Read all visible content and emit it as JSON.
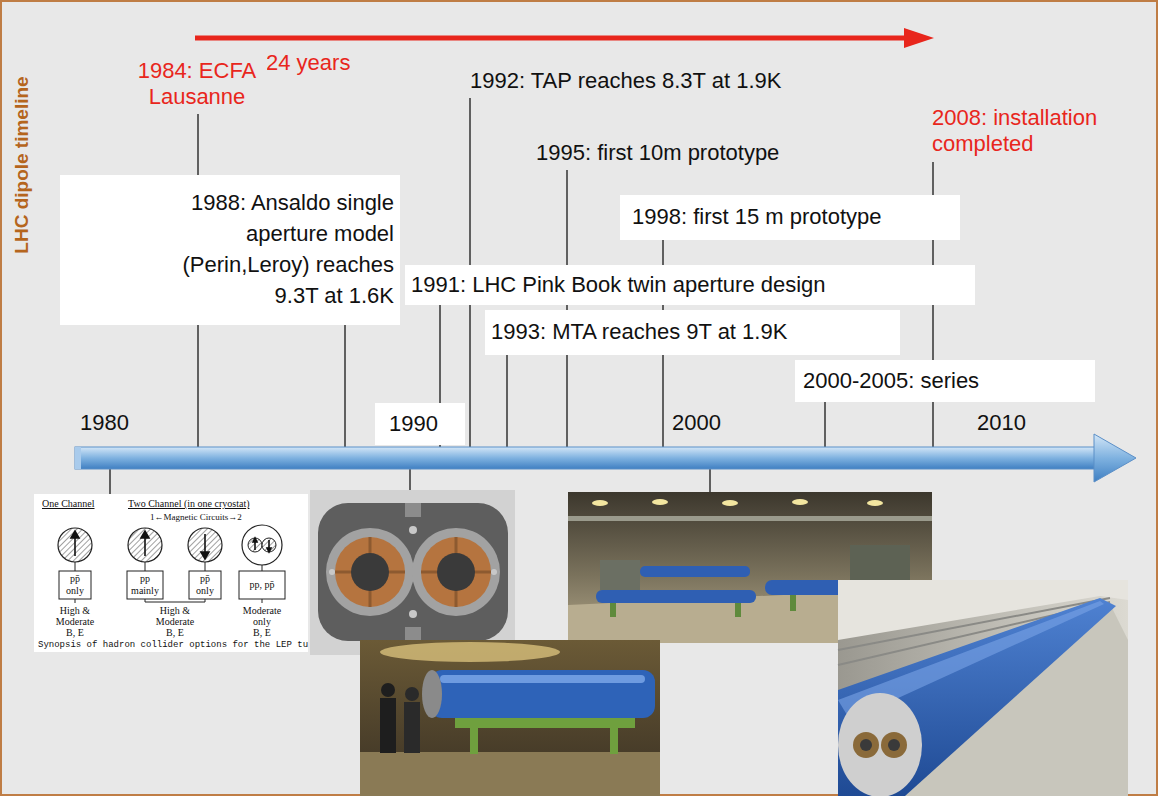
{
  "diagram": {
    "title": "LHC dipole timeline",
    "nodes": [
      {
        "text": [
          "1988: Ansaldo single aperture model (Perin,Leroy) reaches 9.3T at 1.6K"
        ]
      },
      {
        "text": [
          "1998: first 15 m prototype"
        ]
      },
      {
        "text": [
          "1991: LHC Pink Book twin aperture design"
        ]
      },
      {
        "text": [
          "1993: MTA reaches 9T at 1.9K"
        ]
      },
      {
        "text": [
          "2000-2005: series"
        ]
      },
      {
        "text": [
          "1990"
        ]
      }
    ],
    "labels": [
      "24 years",
      "1984: ECFA Lausanne",
      "1992: TAP reaches 8.3T at 1.9K",
      "1995: first 10m prototype",
      "2008: installation completed",
      "1980",
      "2000",
      "2010",
      "One Channel",
      "Two Channel (in one cryostat)",
      "1←Magnetic Circuits→2",
      "pp̄ only",
      "pp mainly",
      "pp̄ only",
      "pp, pp̄",
      "High & Moderate",
      "B, E",
      "High & Moderate",
      "B, E",
      "Moderate only",
      "B, E",
      "Synopsis of hadron collider options for the LEP tu"
    ]
  }
}
